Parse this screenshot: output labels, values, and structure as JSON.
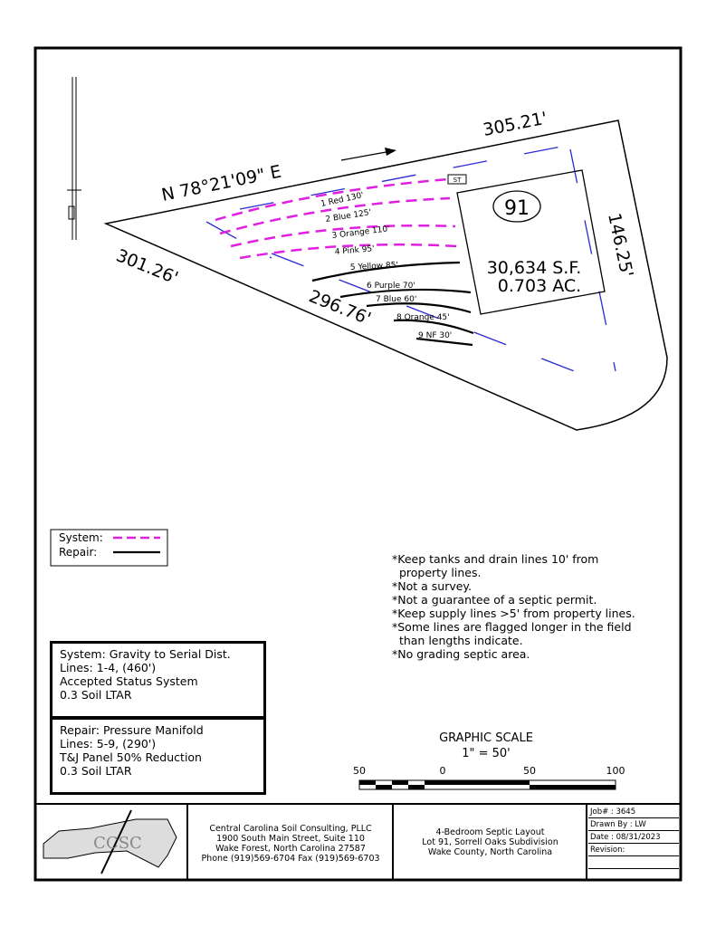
{
  "bearing": "N 78°21'09\" E",
  "dimensions": {
    "top": "305.21'",
    "right": "146.25'",
    "left": "301.26'",
    "bottom": "296.76'"
  },
  "lot": {
    "number": "91",
    "area_sf": "30,634 S.F.",
    "area_ac": "0.703 AC."
  },
  "tank_label": "ST",
  "lines": [
    {
      "label": "1 Red 130'",
      "type": "system"
    },
    {
      "label": "2 Blue 125'",
      "type": "system"
    },
    {
      "label": "3 Orange 110'",
      "type": "system"
    },
    {
      "label": "4 Pink 95'",
      "type": "system"
    },
    {
      "label": "5 Yellow 85'",
      "type": "repair"
    },
    {
      "label": "6 Purple 70'",
      "type": "repair"
    },
    {
      "label": "7 Blue 60'",
      "type": "repair"
    },
    {
      "label": "8 Orange 45'",
      "type": "repair"
    },
    {
      "label": "9 NF 30'",
      "type": "repair"
    }
  ],
  "legend": {
    "system": "System:",
    "repair": "Repair:"
  },
  "colors": {
    "system": "#e020e0",
    "setback": "#2a2ad0",
    "ink": "#000000"
  },
  "notes": [
    "*Keep tanks and drain lines 10' from",
    "  property lines.",
    "*Not a survey.",
    "*Not a guarantee of a septic permit.",
    "*Keep supply lines >5' from property lines.",
    "*Some lines are flagged longer in the field",
    "  than lengths indicate.",
    "*No grading septic area."
  ],
  "system_box": [
    "System: Gravity to Serial Dist.",
    "Lines: 1-4, (460')",
    "Accepted Status System",
    "0.3 Soil LTAR"
  ],
  "repair_box": [
    "Repair: Pressure Manifold",
    "Lines: 5-9, (290')",
    "T&J Panel 50% Reduction",
    "0.3 Soil LTAR"
  ],
  "scale": {
    "title": "GRAPHIC SCALE",
    "ratio": "1\" = 50'",
    "ticks": [
      "50",
      "0",
      "50",
      "100"
    ]
  },
  "title_block": {
    "logo": "CCSC",
    "company": [
      "Central Carolina Soil Consulting, PLLC",
      "1900 South Main Street, Suite 110",
      "Wake Forest, North Carolina 27587",
      "Phone (919)569-6704 Fax (919)569-6703"
    ],
    "project": [
      "4-Bedroom Septic Layout",
      "Lot 91, Sorrell Oaks Subdivision",
      "Wake County, North Carolina"
    ],
    "job": "Job# : 3645",
    "drawn_by": "Drawn By : LW",
    "date": "Date : 08/31/2023",
    "revision": "Revision:"
  }
}
